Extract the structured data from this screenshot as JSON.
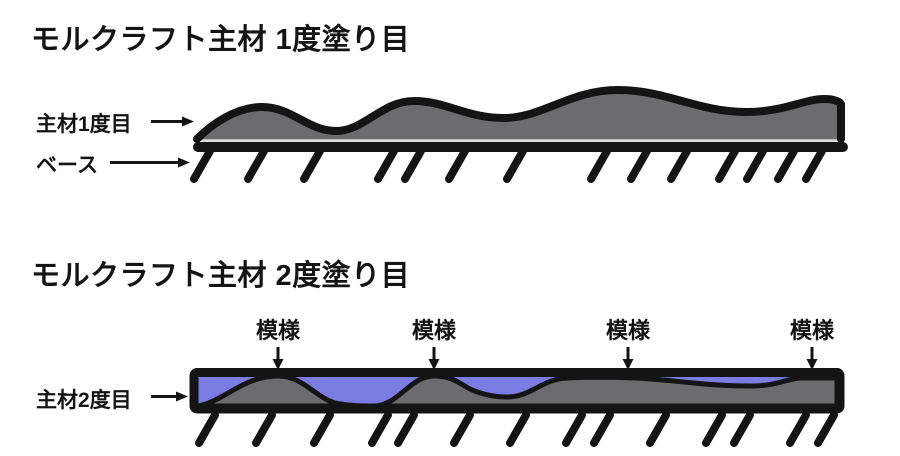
{
  "colors": {
    "ink": "#141414",
    "coat_gray": "#6c6c6e",
    "coat2_blue": "#7a7ce1",
    "base_highlight": "#d6d6d6",
    "background": "#ffffff"
  },
  "coat1": {
    "title": "モルクラフト主材 1度塗り目",
    "layer_label": "主材1度目",
    "base_label": "ベース"
  },
  "coat2": {
    "title": "モルクラフト主材 2度塗り目",
    "layer_label": "主材2度目",
    "pattern_labels": [
      "模様",
      "模様",
      "模様",
      "模様"
    ]
  }
}
